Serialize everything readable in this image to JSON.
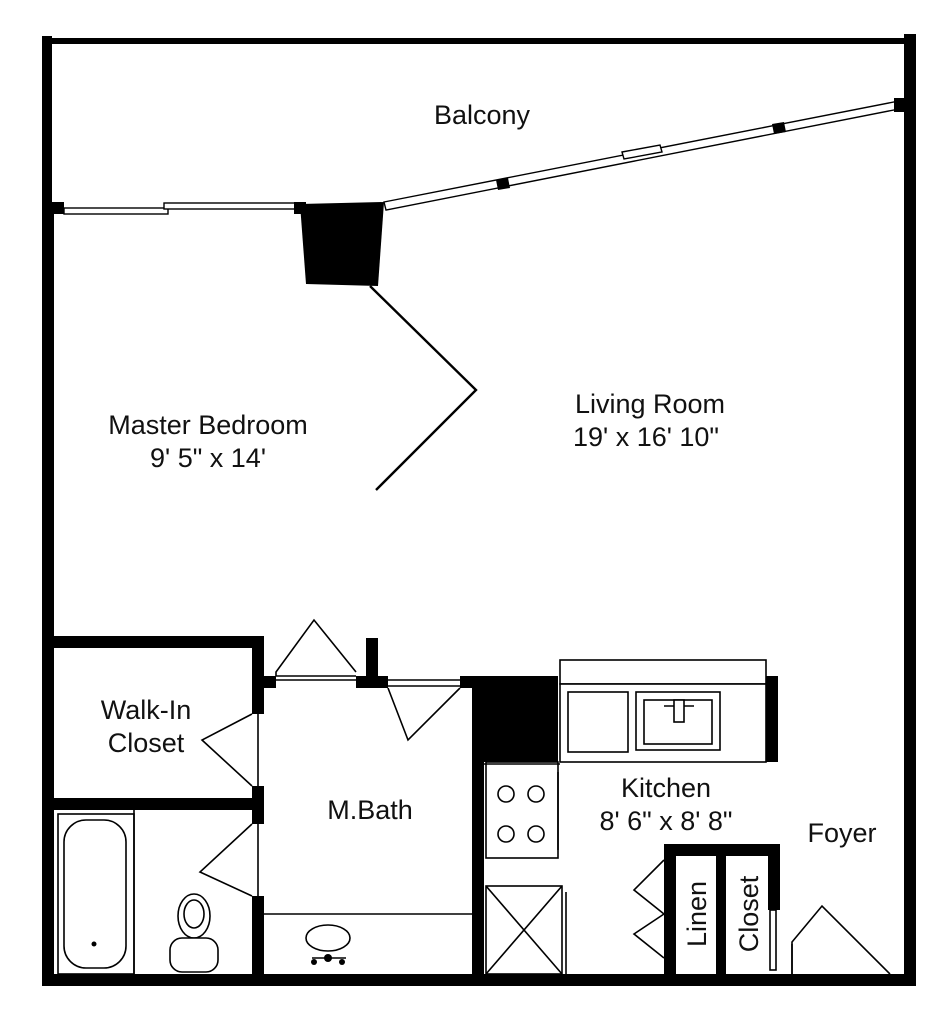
{
  "rooms": {
    "balcony": {
      "name": "Balcony"
    },
    "master_bedroom": {
      "name": "Master Bedroom",
      "size": "9' 5\" x 14'"
    },
    "living_room": {
      "name": "Living Room",
      "size": "19' x 16' 10\""
    },
    "walk_in_closet": {
      "name_line1": "Walk-In",
      "name_line2": "Closet"
    },
    "master_bath": {
      "name": "M.Bath"
    },
    "kitchen": {
      "name": "Kitchen",
      "size": "8' 6\" x 8' 8\""
    },
    "foyer": {
      "name": "Foyer"
    },
    "linen": {
      "name": "Linen"
    },
    "closet": {
      "name": "Closet"
    }
  },
  "colors": {
    "wall": "#000000",
    "background": "#ffffff"
  }
}
